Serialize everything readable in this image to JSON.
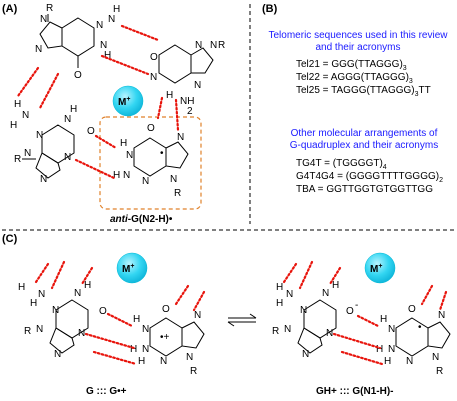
{
  "panels": {
    "a_label": "(A)",
    "b_label": "(B)",
    "c_label": "(C)"
  },
  "panel_a": {
    "ion": {
      "base": "M",
      "charge": "+"
    },
    "box_caption": "anti-G(N2-H)•",
    "box_caption_italic": "anti",
    "box_caption_rest": "-G(N2-H)•"
  },
  "panel_b": {
    "telomeric_title": [
      "Telomeric sequences used in this review",
      "and their acronyms"
    ],
    "telomeric": [
      {
        "name": "Tel21",
        "seq": "GGG(TTAGGG)",
        "sub": "3",
        "tail": ""
      },
      {
        "name": "Tel22",
        "seq": "AGGG(TTAGGG)",
        "sub": "3",
        "tail": ""
      },
      {
        "name": "Tel25",
        "seq": "TAGGG(TTAGGG)",
        "sub": "3",
        "tail": "TT"
      }
    ],
    "other_title": [
      "Other molecular arrangements of",
      "G-quadruplex and their acronyms"
    ],
    "other": [
      {
        "name": "TG4T",
        "seq": "(TGGGGT)",
        "sub": "4"
      },
      {
        "name": "G4T4G4",
        "seq": "(GGGGTTTTGGGG)",
        "sub": "2"
      },
      {
        "name": "TBA",
        "seq": "GGTTGGTGTGGTTGG",
        "sub": ""
      }
    ]
  },
  "panel_c": {
    "left_caption": "G ::: G•+",
    "right_caption": "GH+ ::: G(N1-H)-",
    "ion_left": {
      "base": "M",
      "charge": "+"
    },
    "ion_right": {
      "base": "M",
      "charge": "+"
    }
  },
  "colors": {
    "hbond": "#e8140c",
    "ion": "#29d3ee",
    "box": "#e0812a",
    "blue_text": "#1a1aff"
  }
}
